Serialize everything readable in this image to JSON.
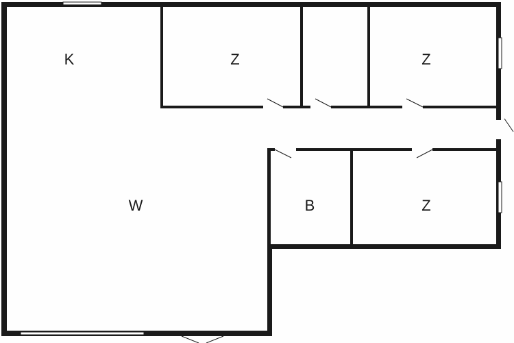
{
  "colors": {
    "wall": "#1a1a1a",
    "background": "#fefefe"
  },
  "rooms": [
    {
      "id": "kitchen",
      "label": "K"
    },
    {
      "id": "room-1",
      "label": "Z"
    },
    {
      "id": "room-2",
      "label": "Z"
    },
    {
      "id": "living",
      "label": "W"
    },
    {
      "id": "bath",
      "label": "B"
    },
    {
      "id": "room-3",
      "label": "Z"
    }
  ]
}
